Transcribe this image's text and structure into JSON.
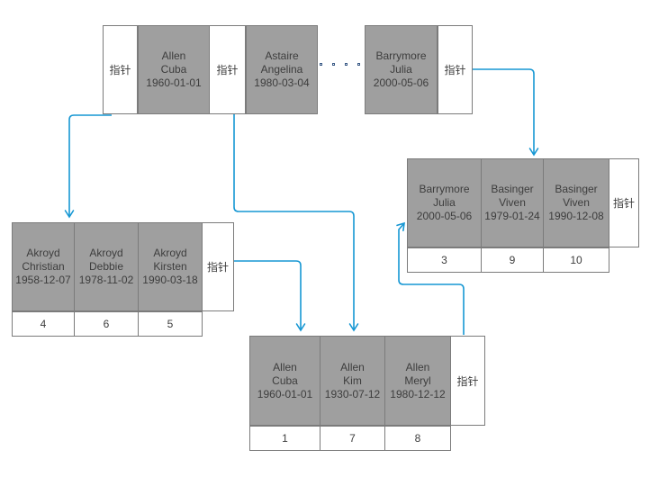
{
  "pointer_label": "指针",
  "colors": {
    "cell_fill": "#9f9f9f",
    "cell_border": "#7b7b7b",
    "pointer_fill": "#ffffff",
    "arrow": "#1697d3",
    "text": "#3d3d3d",
    "background": "#ffffff"
  },
  "ellipsis": {
    "dot_count": 4
  },
  "root": {
    "cells": [
      {
        "line1": "Allen",
        "line2": "Cuba",
        "line3": "1960-01-01"
      },
      {
        "line1": "Astaire",
        "line2": "Angelina",
        "line3": "1980-03-04"
      },
      {
        "line1": "Barrymore",
        "line2": "Julia",
        "line3": "2000-05-06"
      }
    ]
  },
  "leaf_akroyd": {
    "cells": [
      {
        "line1": "Akroyd",
        "line2": "Christian",
        "line3": "1958-12-07"
      },
      {
        "line1": "Akroyd",
        "line2": "Debbie",
        "line3": "1978-11-02"
      },
      {
        "line1": "Akroyd",
        "line2": "Kirsten",
        "line3": "1990-03-18"
      }
    ],
    "values": [
      "4",
      "6",
      "5"
    ]
  },
  "leaf_barrymore": {
    "cells": [
      {
        "line1": "Barrymore",
        "line2": "Julia",
        "line3": "2000-05-06"
      },
      {
        "line1": "Basinger",
        "line2": "Viven",
        "line3": "1979-01-24"
      },
      {
        "line1": "Basinger",
        "line2": "Viven",
        "line3": "1990-12-08"
      }
    ],
    "values": [
      "3",
      "9",
      "10"
    ]
  },
  "leaf_allen": {
    "cells": [
      {
        "line1": "Allen",
        "line2": "Cuba",
        "line3": "1960-01-01"
      },
      {
        "line1": "Allen",
        "line2": "Kim",
        "line3": "1930-07-12"
      },
      {
        "line1": "Allen",
        "line2": "Meryl",
        "line3": "1980-12-12"
      }
    ],
    "values": [
      "1",
      "7",
      "8"
    ]
  }
}
